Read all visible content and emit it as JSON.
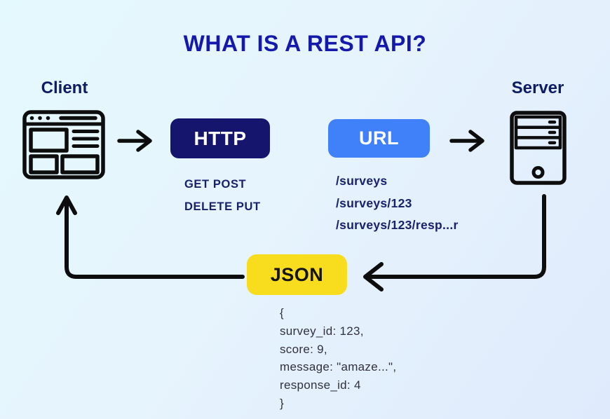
{
  "title": "WHAT IS A REST API?",
  "colors": {
    "title": "#1419ac",
    "label": "#0e1d63",
    "http_bg": "#15156e",
    "url_bg": "#4080f8",
    "json_bg": "#f8dc1e",
    "navy_text": "#18216b",
    "code_text": "#31313b",
    "arrow": "#0d0d0d"
  },
  "client": {
    "label": "Client",
    "icon": "browser-window-icon"
  },
  "server": {
    "label": "Server",
    "icon": "server-tower-icon"
  },
  "http": {
    "label": "HTTP",
    "methods": [
      "GET POST",
      "DELETE PUT"
    ]
  },
  "url": {
    "label": "URL",
    "endpoints": [
      "/surveys",
      "/surveys/123",
      "/surveys/123/resp...r"
    ]
  },
  "json": {
    "label": "JSON",
    "code_lines": [
      "{",
      "survey_id: 123,",
      "score: 9,",
      "message: \"amaze...\",",
      "response_id: 4",
      "}"
    ]
  }
}
